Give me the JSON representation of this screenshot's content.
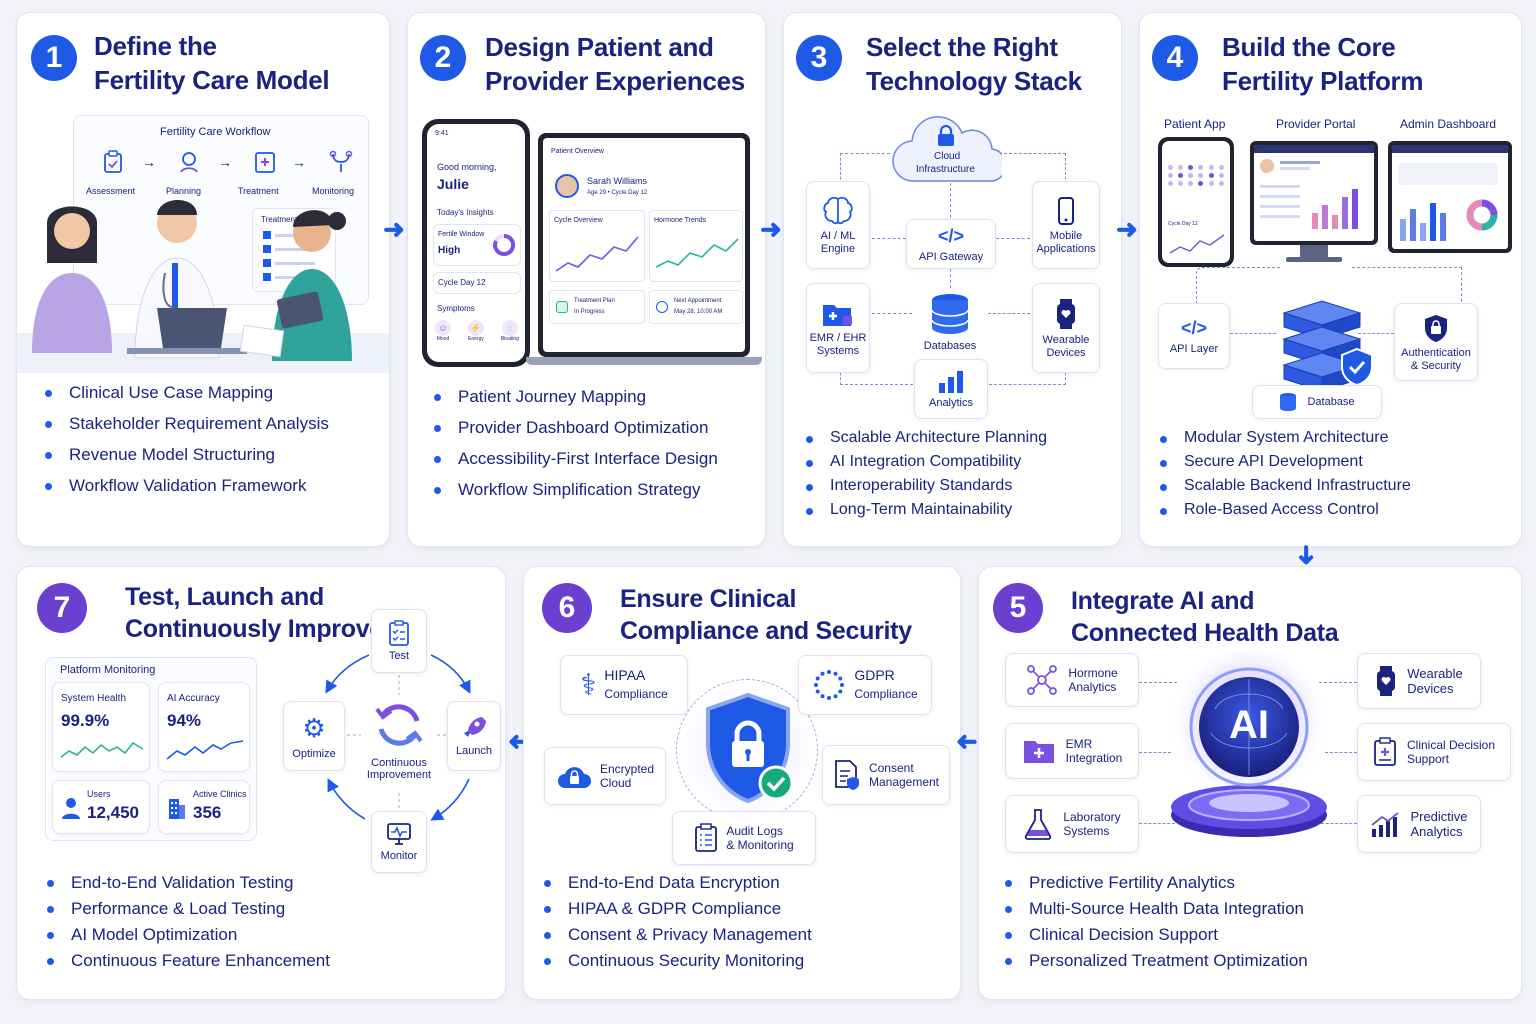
{
  "steps": [
    {
      "num": "1",
      "title_l1": "Define the",
      "title_l2": "Fertility Care Model",
      "bullets": [
        "Clinical Use Case Mapping",
        "Stakeholder Requirement Analysis",
        "Revenue Model Structuring",
        "Workflow Validation Framework"
      ]
    },
    {
      "num": "2",
      "title_l1": "Design Patient and",
      "title_l2": "Provider Experiences",
      "bullets": [
        "Patient Journey Mapping",
        "Provider Dashboard Optimization",
        "Accessibility-First Interface Design",
        "Workflow Simplification Strategy"
      ]
    },
    {
      "num": "3",
      "title_l1": "Select the Right",
      "title_l2": "Technology Stack",
      "bullets": [
        "Scalable Architecture Planning",
        "AI Integration Compatibility",
        "Interoperability Standards",
        "Long-Term Maintainability"
      ]
    },
    {
      "num": "4",
      "title_l1": "Build the Core",
      "title_l2": "Fertility Platform",
      "bullets": [
        "Modular System Architecture",
        "Secure API Development",
        "Scalable Backend Infrastructure",
        "Role-Based Access Control"
      ]
    },
    {
      "num": "5",
      "title_l1": "Integrate AI and",
      "title_l2": "Connected Health Data",
      "bullets": [
        "Predictive Fertility Analytics",
        "Multi-Source Health Data Integration",
        "Clinical Decision Support",
        "Personalized Treatment Optimization"
      ]
    },
    {
      "num": "6",
      "title_l1": "Ensure Clinical",
      "title_l2": "Compliance and Security",
      "bullets": [
        "End-to-End Data Encryption",
        "HIPAA & GDPR Compliance",
        "Consent & Privacy Management",
        "Continuous Security Monitoring"
      ]
    },
    {
      "num": "7",
      "title_l1": "Test, Launch and",
      "title_l2": "Continuously Improve",
      "bullets": [
        "End-to-End Validation Testing",
        "Performance & Load Testing",
        "AI Model Optimization",
        "Continuous Feature Enhancement"
      ]
    }
  ],
  "s1": {
    "workflow_title": "Fertility Care Workflow",
    "workflow": [
      "Assessment",
      "Planning",
      "Treatment",
      "Monitoring"
    ],
    "plan_title": "Treatment Plan"
  },
  "s2": {
    "greeting": "Good morning,",
    "name": "Julie",
    "insights": "Today's Insights",
    "fertile_label": "Fertile Window",
    "fertile_value": "High",
    "cycle_day": "Cycle Day 12",
    "symptoms": "Symptoms",
    "symptom_items": [
      "Mood",
      "Energy",
      "Bloating"
    ],
    "overview_title": "Patient Overview",
    "patient_name": "Sarah Williams",
    "patient_meta": "Age 29 • Cycle Day 12",
    "cycle_overview": "Cycle Overview",
    "hormone_trends": "Hormone Trends",
    "plan_l1": "Treatment Plan",
    "plan_l2": "In Progress",
    "appt_l1": "Next Appointment",
    "appt_l2": "May 28, 10:00 AM",
    "time": "9:41"
  },
  "s3": {
    "cloud_l1": "Cloud",
    "cloud_l2": "Infrastructure",
    "ai_l1": "AI / ML",
    "ai_l2": "Engine",
    "api": "API Gateway",
    "mobile_l1": "Mobile",
    "mobile_l2": "Applications",
    "emr_l1": "EMR / EHR",
    "emr_l2": "Systems",
    "db": "Databases",
    "wear_l1": "Wearable",
    "wear_l2": "Devices",
    "analytics": "Analytics"
  },
  "s4": {
    "patient_app": "Patient App",
    "provider_portal": "Provider Portal",
    "admin_dashboard": "Admin Dashboard",
    "api_layer": "API Layer",
    "auth_l1": "Authentication",
    "auth_l2": "& Security",
    "database": "Database",
    "cycle_day": "Cycle Day 12"
  },
  "s5": {
    "hormone_l1": "Hormone",
    "hormone_l2": "Analytics",
    "emr_l1": "EMR",
    "emr_l2": "Integration",
    "lab_l1": "Laboratory",
    "lab_l2": "Systems",
    "ai": "AI",
    "wear_l1": "Wearable",
    "wear_l2": "Devices",
    "cds_l1": "Clinical Decision",
    "cds_l2": "Support",
    "pred_l1": "Predictive",
    "pred_l2": "Analytics"
  },
  "s6": {
    "hipaa_l1": "HIPAA",
    "hipaa_l2": "Compliance",
    "gdpr_l1": "GDPR",
    "gdpr_l2": "Compliance",
    "enc_l1": "Encrypted",
    "enc_l2": "Cloud",
    "consent_l1": "Consent",
    "consent_l2": "Management",
    "audit_l1": "Audit Logs",
    "audit_l2": "& Monitoring"
  },
  "s7": {
    "monitor_title": "Platform Monitoring",
    "health_label": "System Health",
    "health_value": "99.9%",
    "acc_label": "AI Accuracy",
    "acc_value": "94%",
    "users_label": "Users",
    "users_value": "12,450",
    "clinics_label": "Active Clinics",
    "clinics_value": "356",
    "test": "Test",
    "launch": "Launch",
    "monitor": "Monitor",
    "optimize": "Optimize",
    "ci_l1": "Continuous",
    "ci_l2": "Improvement"
  },
  "colors": {
    "blue": "#1e5ae6",
    "purple": "#6b3fd0",
    "navy": "#1a237e"
  }
}
